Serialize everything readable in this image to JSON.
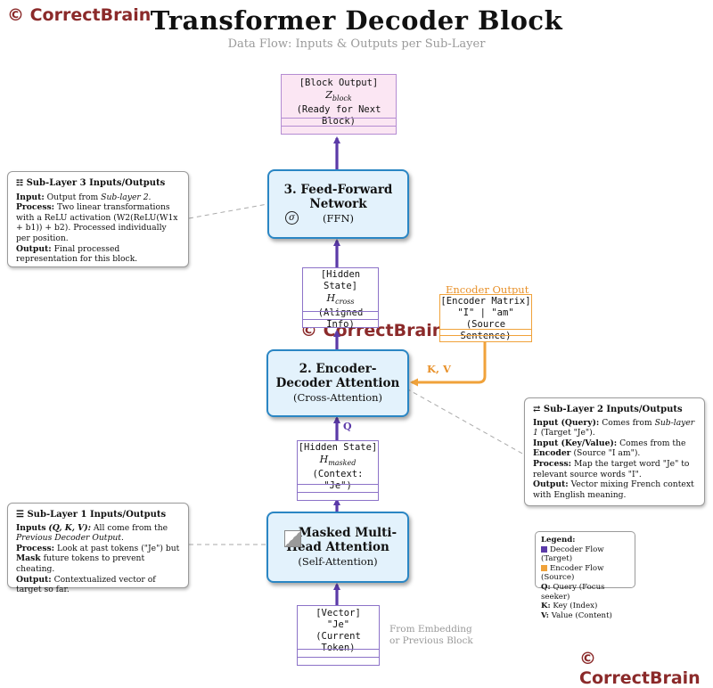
{
  "brand": {
    "watermark": "© CorrectBrain"
  },
  "title": "Transformer Decoder Block",
  "subtitle": "Data Flow: Inputs & Outputs per Sub-Layer",
  "colors": {
    "decoder": "#5b3aa8",
    "encoder": "#f0a23a",
    "layer_border": "#2a86c4",
    "layer_fill": "#e3f2fc",
    "brand": "#8b2a2a"
  },
  "layers": {
    "ffn": {
      "title_line1": "3. Feed-Forward",
      "title_line2": "Network",
      "sub": "(FFN)",
      "icon": "sigma-icon",
      "icon_glyph": "σ"
    },
    "cross": {
      "title_line1": "2. Encoder-",
      "title_line2": "Decoder Attention",
      "sub": "(Cross-Attention)"
    },
    "masked": {
      "title_line1": "Masked Multi-",
      "title_line2": "Head Attention",
      "sub": "(Self-Attention)",
      "icon": "mask-icon"
    }
  },
  "tensors": {
    "block_output": {
      "line1": "[Block Output]",
      "math": "Z_block",
      "line3": "(Ready for Next Block)"
    },
    "h_cross": {
      "line1": "[Hidden State]",
      "math": "H_cross",
      "line3": "(Aligned Info)"
    },
    "h_masked": {
      "line1": "[Hidden State]",
      "math": "H_masked",
      "line3": "(Context: \"Je\")"
    },
    "vector": {
      "line1": "[Vector]",
      "line2": "\"Je\"",
      "line3": "(Current Token)"
    },
    "encoder": {
      "label": "Encoder Output",
      "line1": "[Encoder Matrix]",
      "line2": "\"I\" | \"am\"",
      "line3": "(Source Sentence)"
    }
  },
  "edge_labels": {
    "kv": "K, V",
    "q": "Q"
  },
  "from_embedding": {
    "line1": "From Embedding",
    "line2": "or Previous Block"
  },
  "notes": {
    "sub3": {
      "heading": "Sub-Layer 3 Inputs/Outputs",
      "icon": "network-icon",
      "input_label": "Input:",
      "input_text": "Output from",
      "input_italic": "Sub-layer 2.",
      "process_label": "Process:",
      "process_text": "Two linear transformations with a ReLU activation (W2(ReLU(W1x + b1)) + b2). Processed individually per position.",
      "output_label": "Output:",
      "output_text": "Final processed representation for this block."
    },
    "sub2": {
      "heading": "Sub-Layer 2 Inputs/Outputs",
      "icon": "shuffle-icon",
      "query_label": "Input (Query):",
      "query_text": "Comes from",
      "query_italic": "Sub-layer 1",
      "query_tail": "(Target \"Je\").",
      "kv_label": "Input (Key/Value):",
      "kv_text": "Comes from the",
      "kv_bold": "Encoder",
      "kv_tail": "(Source \"I am\").",
      "process_label": "Process:",
      "process_text": "Map the target word \"Je\" to relevant source words \"I\".",
      "output_label": "Output:",
      "output_text": "Vector mixing French context with English meaning."
    },
    "sub1": {
      "heading": "Sub-Layer 1 Inputs/Outputs",
      "icon": "layers-icon",
      "inputs_label": "Inputs",
      "inputs_math": "(Q, K, V):",
      "inputs_text": "All come from the",
      "inputs_italic": "Previous Decoder Output.",
      "process_label": "Process:",
      "process_text": "Look at past tokens (\"Je\") but",
      "mask_bold": "Mask",
      "mask_text": "future tokens to prevent cheating.",
      "output_label": "Output:",
      "output_text": "Contextualized vector of target so far."
    }
  },
  "legend": {
    "title": "Legend:",
    "items": [
      {
        "label": "Decoder Flow (Target)"
      },
      {
        "label": "Encoder Flow (Source)"
      }
    ],
    "keys": [
      {
        "k": "Q:",
        "v": "Query (Focus seeker)"
      },
      {
        "k": "K:",
        "v": "Key (Index)"
      },
      {
        "k": "V:",
        "v": "Value (Content)"
      }
    ]
  }
}
